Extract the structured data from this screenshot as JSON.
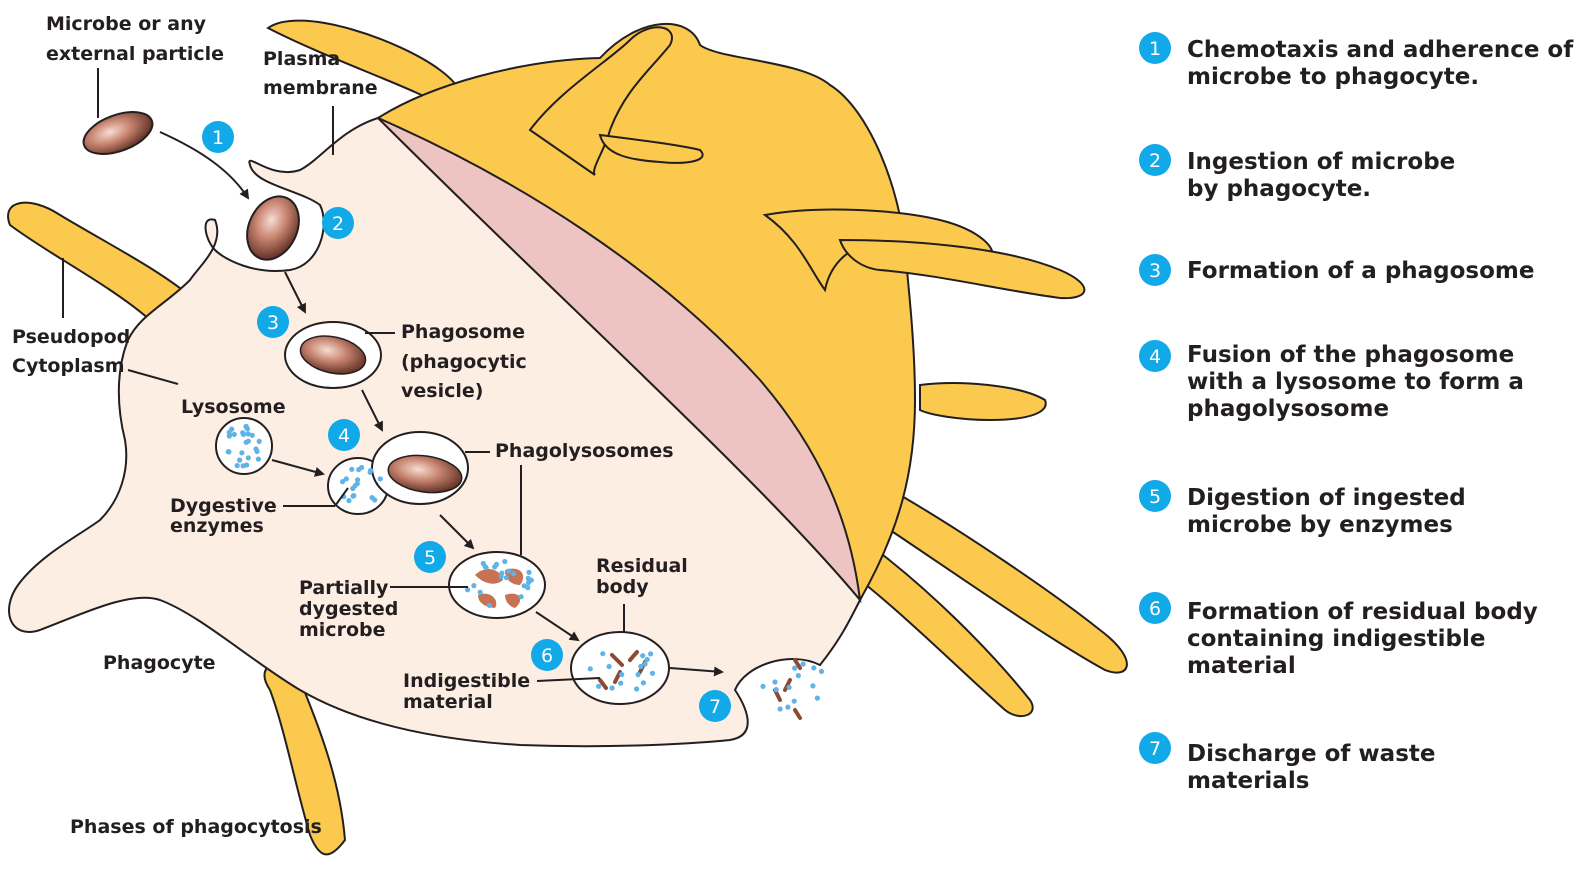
{
  "labels": {
    "microbe": [
      "Microbe or any",
      "external particle"
    ],
    "plasma_membrane": [
      "Plasma",
      "membrane"
    ],
    "pseudopod": "Pseudopod",
    "cytoplasm": "Cytoplasm",
    "lysosome": "Lysosome",
    "phagosome": [
      "Phagosome",
      "(phagocytic",
      "vesicle)"
    ],
    "phagolysosomes": "Phagolysosomes",
    "dygestive_enzymes": [
      "Dygestive",
      "enzymes"
    ],
    "partially_dygested": [
      "Partially",
      "dygested",
      "microbe"
    ],
    "residual_body": [
      "Residual",
      "body"
    ],
    "indigestible": [
      "Indigestible",
      "material"
    ],
    "phagocyte": "Phagocyte",
    "caption": "Phases of phagocytosis"
  },
  "steps": [
    {
      "num": "1",
      "text": [
        "Chemotaxis and adherence of",
        "microbe to phagocyte."
      ]
    },
    {
      "num": "2",
      "text": [
        "Ingestion of microbe",
        "by phagocyte."
      ]
    },
    {
      "num": "3",
      "text": [
        "Formation of a phagosome"
      ]
    },
    {
      "num": "4",
      "text": [
        "Fusion of the phagosome",
        "with a lysosome to form a",
        "phagolysosome"
      ]
    },
    {
      "num": "5",
      "text": [
        "Digestion of ingested",
        "microbe by enzymes"
      ]
    },
    {
      "num": "6",
      "text": [
        "Formation of residual body",
        "containing indigestible",
        "material"
      ]
    },
    {
      "num": "7",
      "text": [
        "Discharge of waste",
        "materials"
      ]
    }
  ],
  "colors": {
    "cytoplasm_fill": "#fdeee3",
    "cell_outer": "#fbc94d",
    "cut_face": "#eec4c2",
    "badge": "#12a9e8",
    "enzyme_dot": "#5fb3e6",
    "microbe": "#9c5a48"
  }
}
